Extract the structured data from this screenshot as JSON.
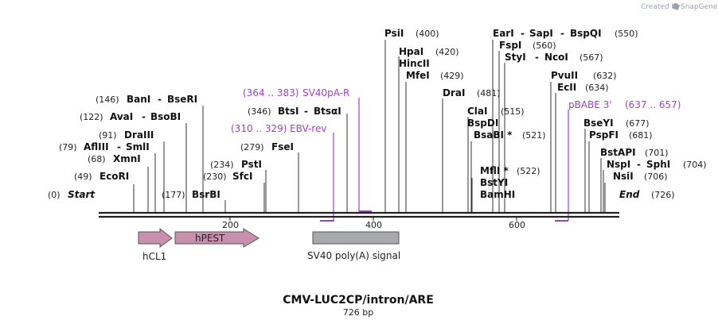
{
  "header": {
    "brand_prefix": "Created by",
    "brand_name": "SnapGene"
  },
  "map": {
    "title": "CMV-LUC2CP/intron/ARE",
    "length_label": "726 bp",
    "length": 726,
    "ticks": [
      "200",
      "400",
      "600"
    ],
    "start": {
      "label": "Start",
      "pos": "(0)"
    },
    "end": {
      "label": "End",
      "pos": "(726)"
    },
    "sites": [
      {
        "pos": "(49)",
        "names": [
          "EcoRI"
        ]
      },
      {
        "pos": "(68)",
        "names": [
          "XmnI"
        ]
      },
      {
        "pos": "(79)",
        "names": [
          "AflIII",
          "SmlI"
        ]
      },
      {
        "pos": "(91)",
        "names": [
          "DraIII"
        ]
      },
      {
        "pos": "(122)",
        "names": [
          "AvaI",
          "BsoBI"
        ]
      },
      {
        "pos": "(146)",
        "names": [
          "BanI",
          "BseRI"
        ]
      },
      {
        "pos": "(177)",
        "names": [
          "BsrBI"
        ]
      },
      {
        "pos": "(230)",
        "names": [
          "SfcI"
        ]
      },
      {
        "pos": "(234)",
        "names": [
          "PstI"
        ]
      },
      {
        "pos": "(279)",
        "names": [
          "FseI"
        ]
      },
      {
        "pos": "(346)",
        "names": [
          "BtsI",
          "BtsαI"
        ]
      },
      {
        "pos": "(400)",
        "names": [
          "PsiI"
        ]
      },
      {
        "pos": "(420)",
        "names": [
          "HpaI",
          "HincII"
        ]
      },
      {
        "pos": "(429)",
        "names": [
          "MfeI"
        ]
      },
      {
        "pos": "(481)",
        "names": [
          "DraI"
        ]
      },
      {
        "pos": "(515)",
        "names": [
          "ClaI",
          "BspDI"
        ]
      },
      {
        "pos": "(521)",
        "names": [
          "BsaBI *"
        ]
      },
      {
        "pos": "(522)",
        "names": [
          "MflI *",
          "BstYI",
          "BamHI"
        ]
      },
      {
        "pos": "(550)",
        "names": [
          "EarI",
          "SapI",
          "BspQI"
        ]
      },
      {
        "pos": "(560)",
        "names": [
          "FspI"
        ]
      },
      {
        "pos": "(567)",
        "names": [
          "StyI",
          "NcoI"
        ]
      },
      {
        "pos": "(632)",
        "names": [
          "PvuII"
        ]
      },
      {
        "pos": "(634)",
        "names": [
          "EcII"
        ]
      },
      {
        "pos": "(677)",
        "names": [
          "BseYI"
        ]
      },
      {
        "pos": "(681)",
        "names": [
          "PspFI"
        ]
      },
      {
        "pos": "(701)",
        "names": [
          "BstAPI"
        ]
      },
      {
        "pos": "(704)",
        "names": [
          "NspI",
          "SphI"
        ]
      },
      {
        "pos": "(706)",
        "names": [
          "NsiI"
        ]
      }
    ],
    "primers": [
      {
        "name": "EBV-rev",
        "range": "(310 .. 329)"
      },
      {
        "name": "SV40pA-R",
        "range": "(364 .. 383)"
      },
      {
        "name": "pBABE 3'",
        "range": "(637 .. 657)"
      }
    ],
    "features": [
      {
        "name": "hCL1",
        "type": "arrow",
        "color": "#c890ad"
      },
      {
        "name": "hPEST",
        "type": "arrow",
        "color": "#c890ad"
      },
      {
        "name": "SV40 poly(A) signal",
        "type": "box",
        "color": "#a7a9ad"
      }
    ],
    "colors": {
      "primer": "#a23fcf",
      "backbone": "#222222"
    }
  }
}
